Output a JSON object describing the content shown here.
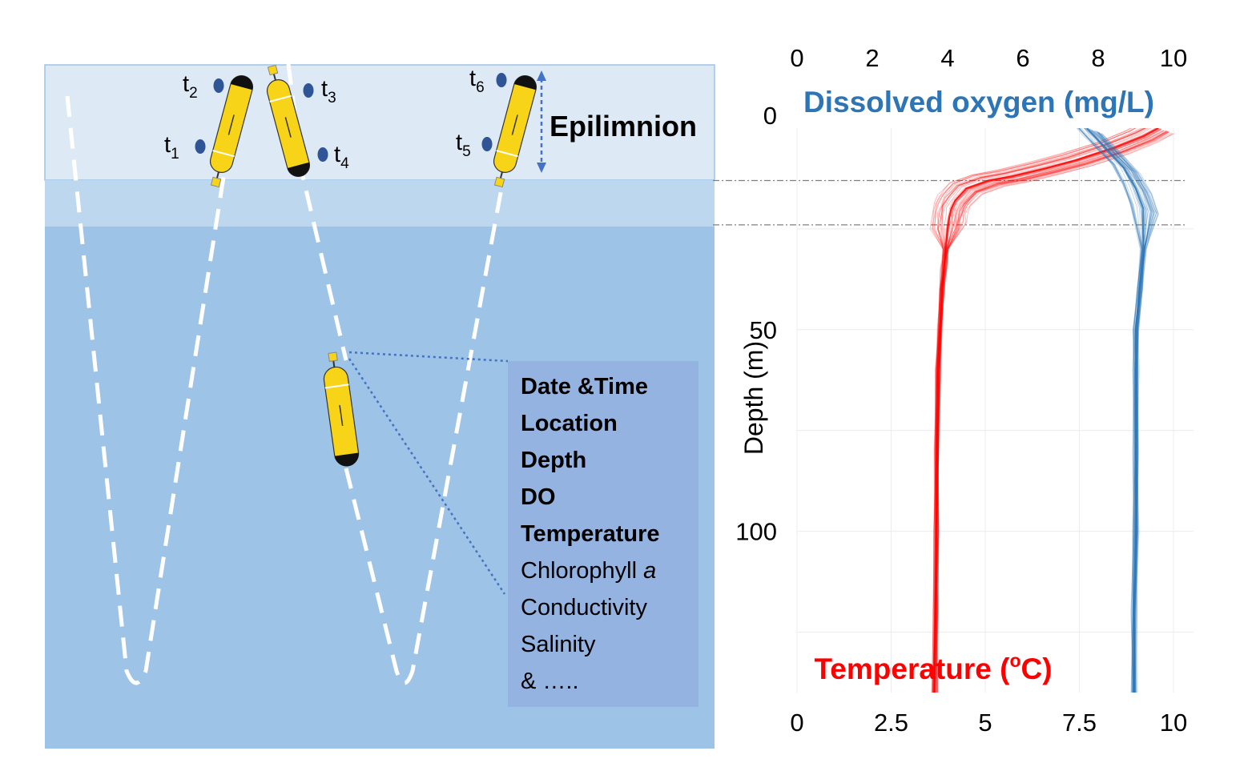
{
  "diagram": {
    "layer_label": "Epilimnion",
    "timestamps": [
      {
        "base": "t",
        "sub": "1"
      },
      {
        "base": "t",
        "sub": "2"
      },
      {
        "base": "t",
        "sub": "3"
      },
      {
        "base": "t",
        "sub": "4"
      },
      {
        "base": "t",
        "sub": "5"
      },
      {
        "base": "t",
        "sub": "6"
      }
    ],
    "sensor_box": {
      "bold_items": [
        "Date &Time",
        "Location",
        "Depth",
        "DO",
        "Temperature"
      ],
      "regular_items": [
        "Chlorophyll ",
        "Conductivity",
        "Salinity",
        "& ….."
      ],
      "chlorophyll_suffix": "a"
    },
    "colors": {
      "water_surface": "#dde9f5",
      "water_transition": "#bdd7ee",
      "water_deep": "#9dc3e6",
      "info_box": "#95b3e0",
      "glider_body": "#f7d417"
    }
  },
  "chart_data": {
    "type": "line",
    "title": "",
    "ylabel": "Depth (m)",
    "y_ticks": [
      "0",
      "50",
      "100"
    ],
    "ylim": [
      0,
      140
    ],
    "y_inverted": true,
    "top_axis": {
      "label": "Dissolved oxygen (mg/L)",
      "ticks": [
        "0",
        "2",
        "4",
        "6",
        "8",
        "10"
      ],
      "xlim": [
        0,
        10
      ],
      "color": "#2e75b6"
    },
    "bottom_axis": {
      "label_prefix": "Temperature (",
      "label_sup": "o",
      "label_suffix": "C)",
      "ticks": [
        "0",
        "2.5",
        "5",
        "7.5",
        "10"
      ],
      "xlim": [
        0,
        10
      ],
      "color": "#ff0000"
    },
    "reference_depths": [
      13,
      24
    ],
    "series": [
      {
        "variable": "temperature",
        "color": "#ff0000",
        "depth": [
          0,
          2,
          5,
          8,
          10,
          12,
          13,
          15,
          18,
          20,
          22,
          25,
          30,
          35,
          40,
          50,
          60,
          80,
          100,
          120,
          140
        ],
        "values": [
          9.6,
          9.2,
          8.4,
          7.4,
          6.6,
          5.7,
          5.1,
          4.5,
          4.2,
          4.1,
          4.05,
          4.0,
          3.95,
          3.9,
          3.85,
          3.8,
          3.75,
          3.72,
          3.7,
          3.68,
          3.65
        ]
      },
      {
        "variable": "dissolved_oxygen",
        "color": "#2e75b6",
        "depth": [
          0,
          3,
          6,
          10,
          15,
          20,
          30,
          40,
          50,
          60,
          80,
          100,
          120,
          140
        ],
        "values": [
          7.7,
          8.0,
          8.3,
          8.7,
          9.0,
          9.2,
          9.2,
          9.1,
          9.0,
          9.0,
          9.0,
          9.0,
          8.95,
          8.95
        ]
      }
    ]
  }
}
